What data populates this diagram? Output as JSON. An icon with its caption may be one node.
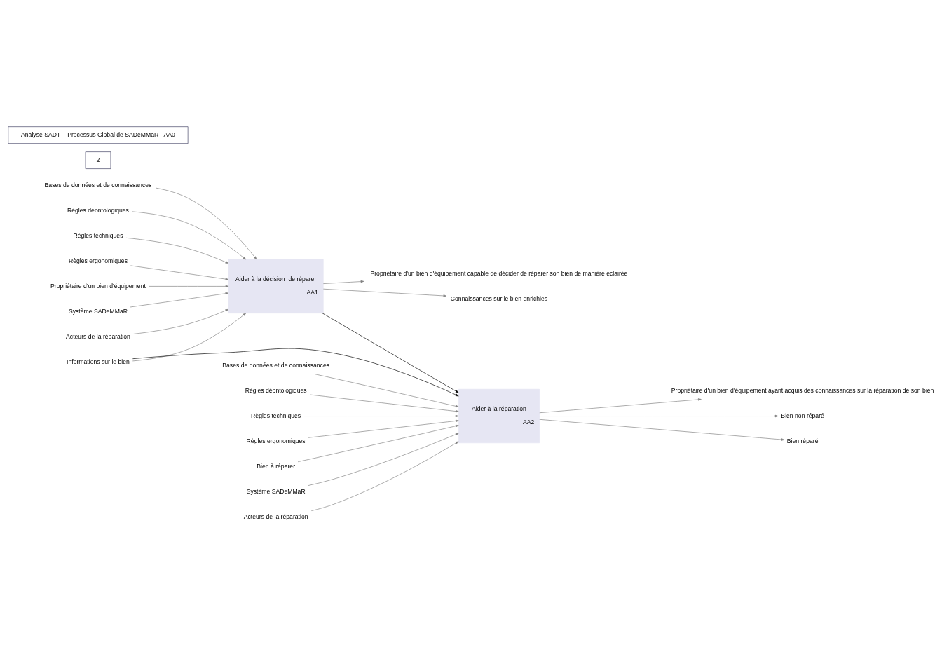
{
  "diagram": {
    "nodes": [
      {
        "text": [
          "Aider à la décision  de réparer",
          "AA1"
        ]
      },
      {
        "text": [
          "Aider à la réparation",
          "AA2"
        ]
      },
      {
        "text": [
          "Règles déontologiques"
        ]
      },
      {
        "text": [
          "Règles techniques"
        ]
      },
      {
        "text": [
          "Règles ergonomiques"
        ]
      },
      {
        "text": [
          "Propriétaire d'un bien d'équipement"
        ]
      },
      {
        "text": [
          "Informations sur le bien"
        ]
      },
      {
        "text": [
          "Connaissances sur le bien enrichies"
        ]
      },
      {
        "text": [
          "Propriétaire d'un bien d'équipement capable de décider de réparer son bien de manière éclairée"
        ]
      },
      {
        "text": [
          "Système SADeMMaR"
        ]
      },
      {
        "text": [
          "Acteurs de la réparation"
        ]
      },
      {
        "text": [
          "Bases de données et de connaissances"
        ]
      },
      {
        "text": [
          "Règles déontologiques"
        ]
      },
      {
        "text": [
          "Règles techniques"
        ]
      },
      {
        "text": [
          "Règles ergonomiques"
        ]
      },
      {
        "text": [
          "Bien à réparer"
        ]
      },
      {
        "text": [
          "Propriétaire d'un bien d'équipement ayant acquis des connaissances sur la réparation de son bien"
        ]
      },
      {
        "text": [
          "Bien non réparé"
        ]
      },
      {
        "text": [
          "Bien réparé"
        ]
      },
      {
        "text": [
          "Système SADeMMaR"
        ]
      },
      {
        "text": [
          "Acteurs de la réparation"
        ]
      },
      {
        "text": [
          "Bases de données et de connaissances"
        ]
      }
    ],
    "edges": [
      {
        "from": 2,
        "to": 0,
        "arrow": "to"
      },
      {
        "from": 3,
        "to": 0,
        "arrow": "to"
      },
      {
        "from": 4,
        "to": 0,
        "arrow": "to"
      },
      {
        "from": 5,
        "to": 0,
        "arrow": "to"
      },
      {
        "from": 6,
        "to": 0,
        "arrow": "to"
      },
      {
        "from": 6,
        "to": 1,
        "arrow": "to",
        "color": "#000000"
      },
      {
        "from": 0,
        "to": 7,
        "arrow": "to"
      },
      {
        "from": 0,
        "to": 8,
        "arrow": "to"
      },
      {
        "from": 0,
        "to": 1,
        "arrow": "to",
        "color": "#000000"
      },
      {
        "from": 9,
        "to": 0,
        "arrow": "to"
      },
      {
        "from": 10,
        "to": 0,
        "arrow": "to"
      },
      {
        "from": 11,
        "to": 0,
        "arrow": "to"
      },
      {
        "from": 12,
        "to": 1,
        "arrow": "to"
      },
      {
        "from": 13,
        "to": 1,
        "arrow": "to"
      },
      {
        "from": 14,
        "to": 1,
        "arrow": "to"
      },
      {
        "from": 15,
        "to": 1,
        "arrow": "to"
      },
      {
        "from": 1,
        "to": 16,
        "arrow": "to"
      },
      {
        "from": 1,
        "to": 17,
        "arrow": "to"
      },
      {
        "from": 1,
        "to": 18,
        "arrow": "to"
      },
      {
        "from": 19,
        "to": 1,
        "arrow": "to"
      },
      {
        "from": 20,
        "to": 1,
        "arrow": "to"
      },
      {
        "from": 21,
        "to": 1,
        "arrow": "to"
      }
    ],
    "labels": [
      "Analyse SADT -  Processus Global de SADeMMaR - AA0",
      "2"
    ]
  }
}
